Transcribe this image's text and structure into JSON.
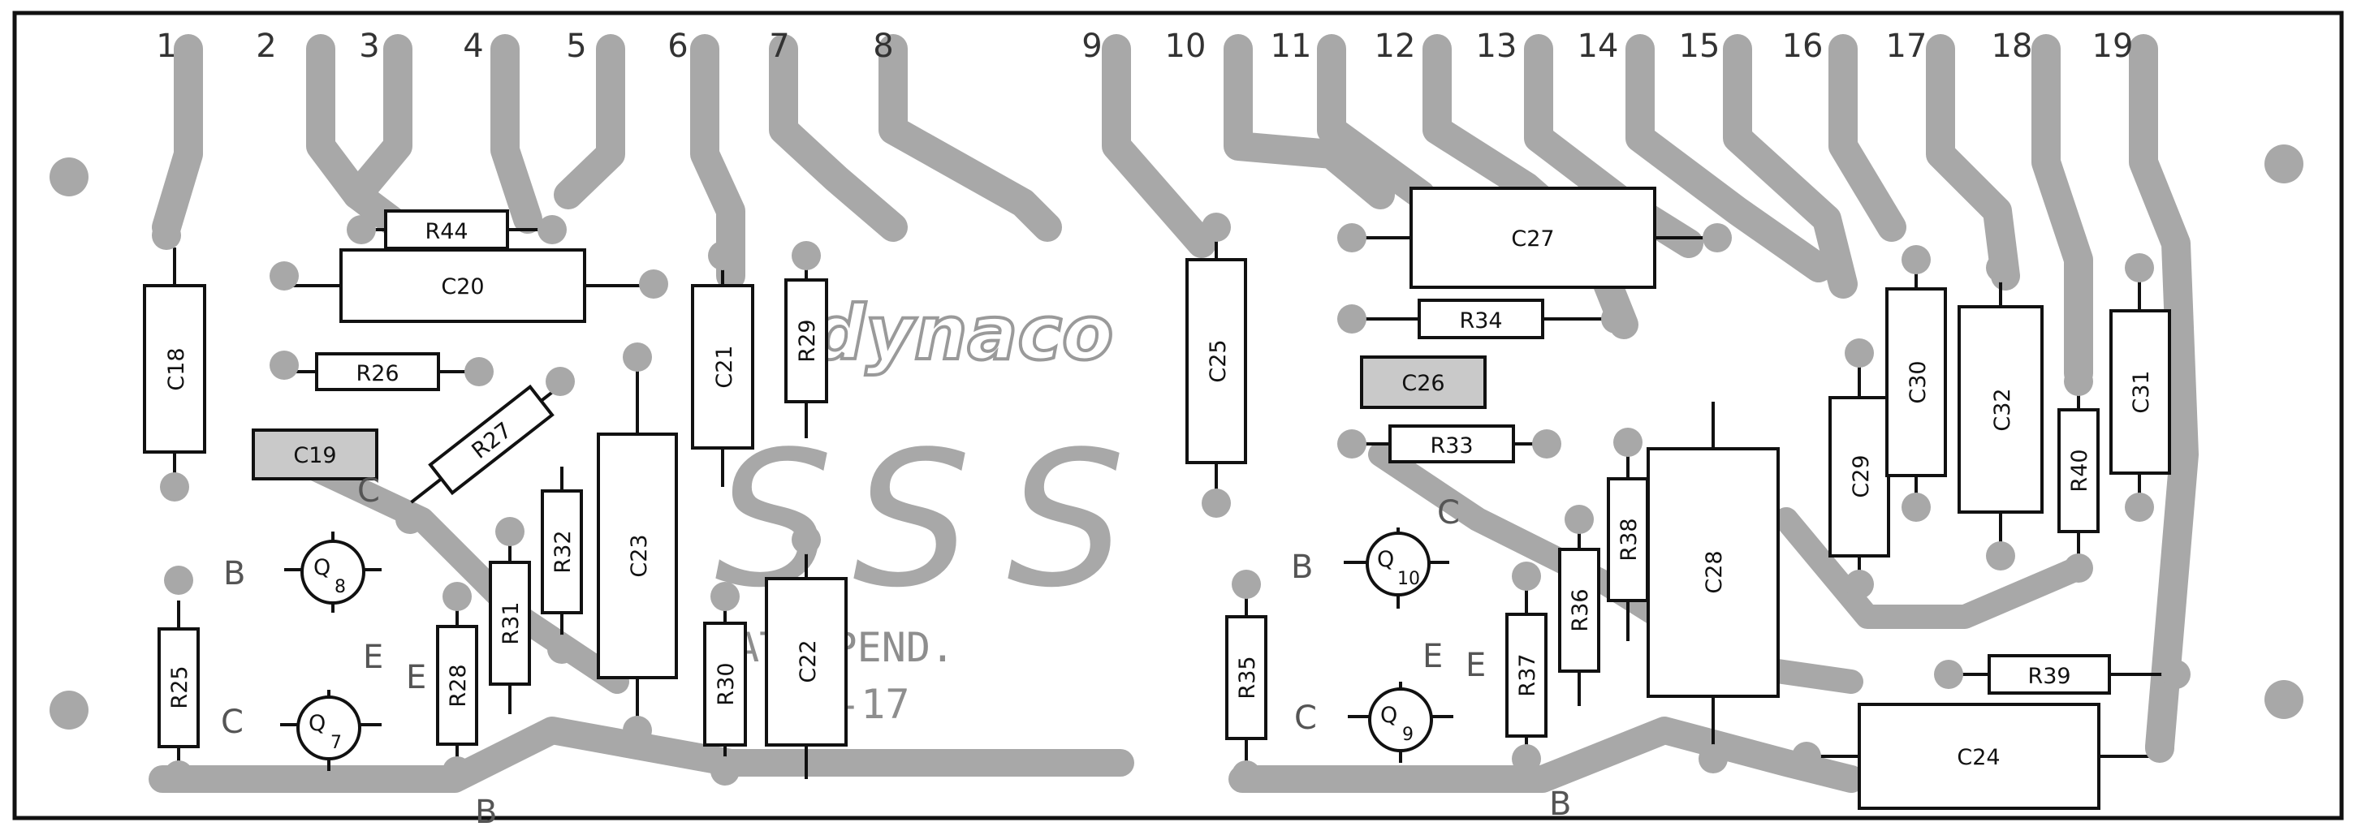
{
  "board": {
    "brand_logo": "dynaco",
    "stamp_line1": "PAT. PEND.",
    "stamp_line2": "PC-17",
    "s_symbols": [
      "S",
      "S",
      "S"
    ]
  },
  "pins": [
    "1",
    "2",
    "3",
    "4",
    "5",
    "6",
    "7",
    "8",
    "9",
    "10",
    "11",
    "12",
    "13",
    "14",
    "15",
    "16",
    "17",
    "18",
    "19"
  ],
  "resistors": {
    "R44": "R44",
    "R26": "R26",
    "R27": "R27",
    "R25": "R25",
    "R28": "R28",
    "R31": "R31",
    "R32": "R32",
    "R29": "R29",
    "R30": "R30",
    "R35": "R35",
    "R34": "R34",
    "R33": "R33",
    "R36": "R36",
    "R37": "R37",
    "R38": "R38",
    "R39": "R39",
    "R40": "R40"
  },
  "capacitors": {
    "C18": "C18",
    "C19": "C19",
    "C20": "C20",
    "C21": "C21",
    "C22": "C22",
    "C23": "C23",
    "C24": "C24",
    "C25": "C25",
    "C26": "C26",
    "C27": "C27",
    "C28": "C28",
    "C29": "C29",
    "C30": "C30",
    "C31": "C31",
    "C32": "C32"
  },
  "transistors": {
    "Q7": {
      "letter": "Q",
      "sub": "7"
    },
    "Q8": {
      "letter": "Q",
      "sub": "8"
    },
    "Q9": {
      "letter": "Q",
      "sub": "9"
    },
    "Q10": {
      "letter": "Q",
      "sub": "10"
    }
  },
  "terminal_labels": {
    "b_q8": "B",
    "c_q8": "C",
    "e_q8": "E",
    "c_q7": "C",
    "e_q7": "E",
    "b_q7": "B",
    "b_q10": "B",
    "c_q10": "C",
    "e_q10": "E",
    "c_q9": "C",
    "e_q9": "E",
    "b_q9": "B"
  }
}
